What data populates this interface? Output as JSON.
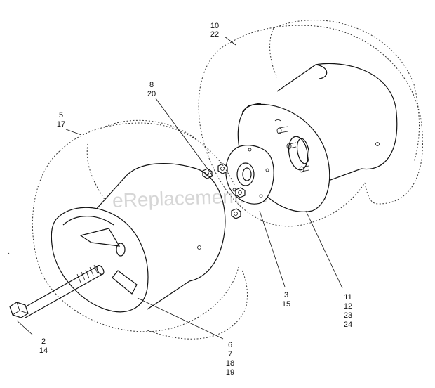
{
  "watermark": "eReplacementParts.com",
  "callouts": {
    "c_10_22": [
      "10",
      "22"
    ],
    "c_8_20": [
      "8",
      "20"
    ],
    "c_5_17": [
      "5",
      "17"
    ],
    "c_3_15": [
      "3",
      "15"
    ],
    "c_11_12_23_24": [
      "11",
      "12",
      "23",
      "24"
    ],
    "c_2_14": [
      "2",
      "14"
    ],
    "c_6_7_18_19": [
      "6",
      "7",
      "18",
      "19"
    ]
  }
}
